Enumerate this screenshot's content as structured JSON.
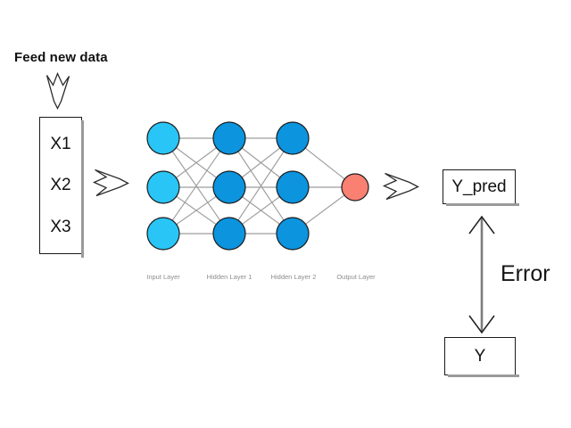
{
  "diagram": {
    "title_text": "Feed new data",
    "error_label": "Error",
    "background_color": "#ffffff"
  },
  "input_box": {
    "values": [
      "X1",
      "X2",
      "X3"
    ]
  },
  "output_boxes": {
    "prediction_label": "Y_pred",
    "target_label": "Y"
  },
  "network": {
    "layer_labels": [
      "Input Layer",
      "Hidden Layer 1",
      "Hidden Layer 2",
      "Output Layer"
    ],
    "colors": {
      "input_node": "#29c5f6",
      "hidden_node": "#0c94de",
      "output_node": "#fa8072",
      "node_stroke": "#1b1b1b",
      "edge": "#9e9e9e"
    },
    "layer_node_counts": [
      3,
      3,
      3,
      1
    ]
  },
  "arrows": {
    "feed_arrow": "arrow-down",
    "input_arrow": "arrow-right",
    "output_arrow": "arrow-right",
    "error_arrow": "double-headed-vertical-arrow"
  }
}
